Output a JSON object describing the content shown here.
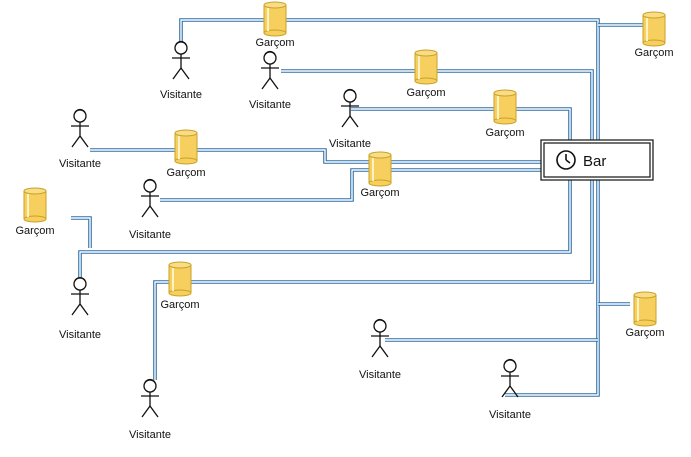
{
  "diagram": {
    "bar": {
      "label": "Bar",
      "icon": "clock-icon"
    },
    "visitor_label": "Visitante",
    "waiter_label": "Garçom",
    "visitors": [
      {
        "label": "Visitante"
      },
      {
        "label": "Visitante"
      },
      {
        "label": "Visitante"
      },
      {
        "label": "Visitante"
      },
      {
        "label": "Visitante"
      },
      {
        "label": "Visitante"
      },
      {
        "label": "Visitante"
      },
      {
        "label": "Visitante"
      },
      {
        "label": "Visitante"
      }
    ],
    "waiters": [
      {
        "label": "Garçom"
      },
      {
        "label": "Garçom"
      },
      {
        "label": "Garçom"
      },
      {
        "label": "Garçom"
      },
      {
        "label": "Garçom"
      },
      {
        "label": "Garçom"
      },
      {
        "label": "Garçom"
      },
      {
        "label": "Garçom"
      },
      {
        "label": "Garçom"
      }
    ],
    "colors": {
      "connector_outer": "#2f6fa8",
      "connector_inner": "#ffffff",
      "waiter_fill": "#f6cf5e",
      "waiter_stroke": "#c9a227",
      "stroke": "#111111"
    }
  }
}
